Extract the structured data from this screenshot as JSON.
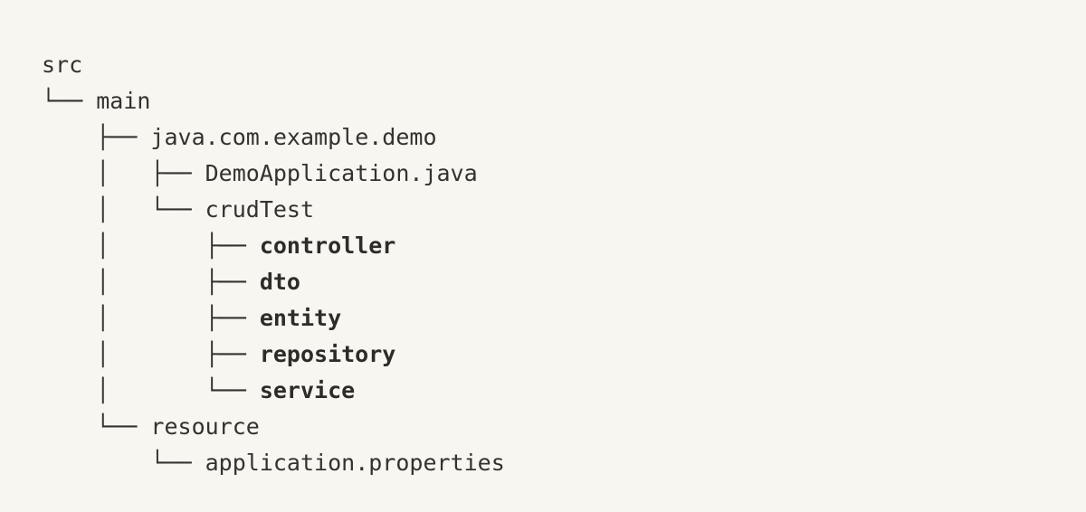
{
  "canvas": {
    "background_color": "#f7f6f1",
    "text_color": "#33322e",
    "bold_text_color": "#2d2c28"
  },
  "tree": {
    "root_label": "src",
    "nodes": [
      {
        "prefix": "",
        "label": "src",
        "bold": false,
        "kind": "directory"
      },
      {
        "prefix": "└── ",
        "label": "main",
        "bold": false,
        "kind": "directory"
      },
      {
        "prefix": "    ├── ",
        "label": "java.com.example.demo",
        "bold": false,
        "kind": "package"
      },
      {
        "prefix": "    │   ├── ",
        "label": "DemoApplication.java",
        "bold": false,
        "kind": "file"
      },
      {
        "prefix": "    │   └── ",
        "label": "crudTest",
        "bold": false,
        "kind": "directory"
      },
      {
        "prefix": "    │       ├── ",
        "label": "controller",
        "bold": true,
        "kind": "directory"
      },
      {
        "prefix": "    │       ├── ",
        "label": "dto",
        "bold": true,
        "kind": "directory"
      },
      {
        "prefix": "    │       ├── ",
        "label": "entity",
        "bold": true,
        "kind": "directory"
      },
      {
        "prefix": "    │       ├── ",
        "label": "repository",
        "bold": true,
        "kind": "directory"
      },
      {
        "prefix": "    │       └── ",
        "label": "service",
        "bold": true,
        "kind": "directory"
      },
      {
        "prefix": "    └── ",
        "label": "resource",
        "bold": false,
        "kind": "directory"
      },
      {
        "prefix": "        └── ",
        "label": "application.properties",
        "bold": false,
        "kind": "file"
      }
    ]
  }
}
